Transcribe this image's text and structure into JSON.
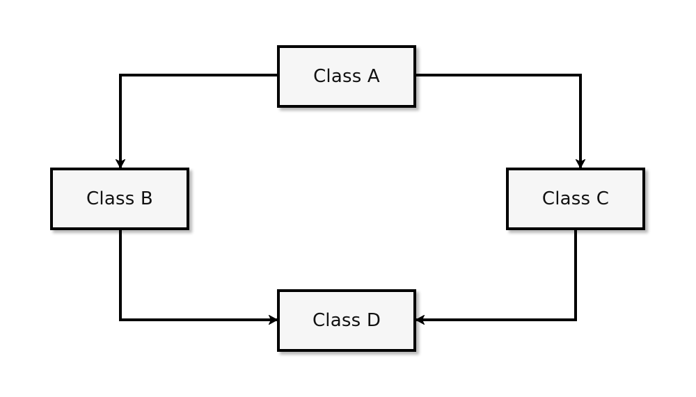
{
  "diagram": {
    "type": "class-hierarchy",
    "nodes": {
      "a": {
        "label": "Class A"
      },
      "b": {
        "label": "Class B"
      },
      "c": {
        "label": "Class C"
      },
      "d": {
        "label": "Class D"
      }
    },
    "edges": [
      {
        "from": "a",
        "to": "b"
      },
      {
        "from": "a",
        "to": "c"
      },
      {
        "from": "b",
        "to": "d"
      },
      {
        "from": "c",
        "to": "d"
      }
    ],
    "colors": {
      "line": "#000000",
      "box_fill": "#f6f6f6",
      "box_border": "#000000",
      "background": "#ffffff"
    }
  }
}
